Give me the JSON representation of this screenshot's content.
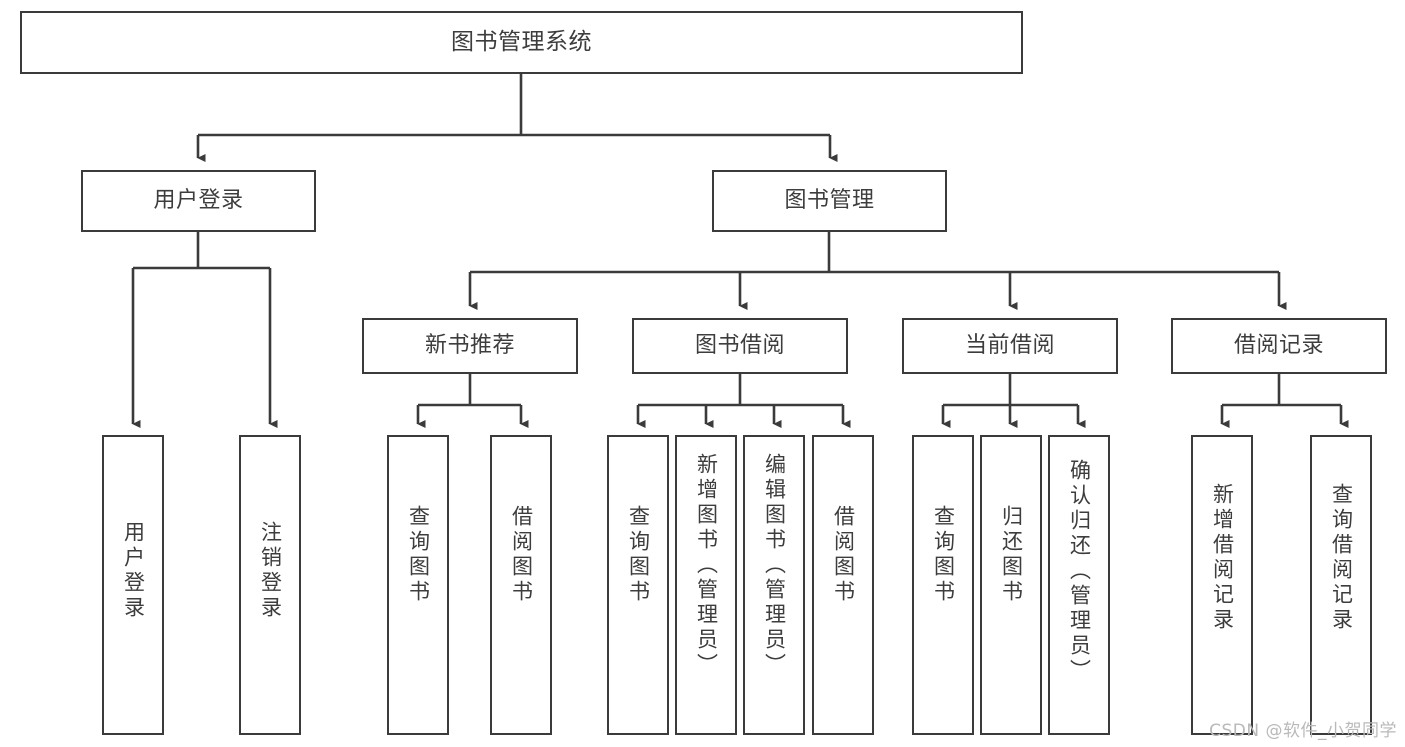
{
  "diagram": {
    "title": "图书管理系统",
    "type": "tree-hierarchy-diagram",
    "colors": {
      "background": "#ffffff",
      "node_border": "#3b3b3b",
      "node_fill": "#ffffff",
      "text": "#3d3d3d",
      "edge": "#3b3b3b",
      "watermark": "#b9b9b9"
    },
    "watermark": "CSDN @软件_小贺同学",
    "nodes": {
      "root": {
        "label": "图书管理系统"
      },
      "level2": [
        {
          "id": "user-login",
          "label": "用户登录"
        },
        {
          "id": "book-manage",
          "label": "图书管理"
        }
      ],
      "level3": [
        {
          "id": "new-book-recommend",
          "label": "新书推荐"
        },
        {
          "id": "book-borrow",
          "label": "图书借阅"
        },
        {
          "id": "current-borrow",
          "label": "当前借阅"
        },
        {
          "id": "borrow-record",
          "label": "借阅记录"
        }
      ],
      "leaves": {
        "user_login": [
          {
            "id": "leaf-user-login",
            "label": "用户登录"
          },
          {
            "id": "leaf-logout",
            "label": "注销登录"
          }
        ],
        "new_book_recommend": [
          {
            "id": "leaf-query-book-1",
            "label": "查询图书"
          },
          {
            "id": "leaf-borrow-book-1",
            "label": "借阅图书"
          }
        ],
        "book_borrow": [
          {
            "id": "leaf-query-book-2",
            "label": "查询图书"
          },
          {
            "id": "leaf-add-book",
            "label": "新增图书（管理员）"
          },
          {
            "id": "leaf-edit-book",
            "label": "编辑图书（管理员）"
          },
          {
            "id": "leaf-borrow-book-2",
            "label": "借阅图书"
          }
        ],
        "current_borrow": [
          {
            "id": "leaf-query-book-3",
            "label": "查询图书"
          },
          {
            "id": "leaf-return-book",
            "label": "归还图书"
          },
          {
            "id": "leaf-confirm-return",
            "label": "确认归还（管理员）"
          }
        ],
        "borrow_record": [
          {
            "id": "leaf-add-record",
            "label": "新增借阅记录"
          },
          {
            "id": "leaf-query-record",
            "label": "查询借阅记录"
          }
        ]
      }
    }
  }
}
